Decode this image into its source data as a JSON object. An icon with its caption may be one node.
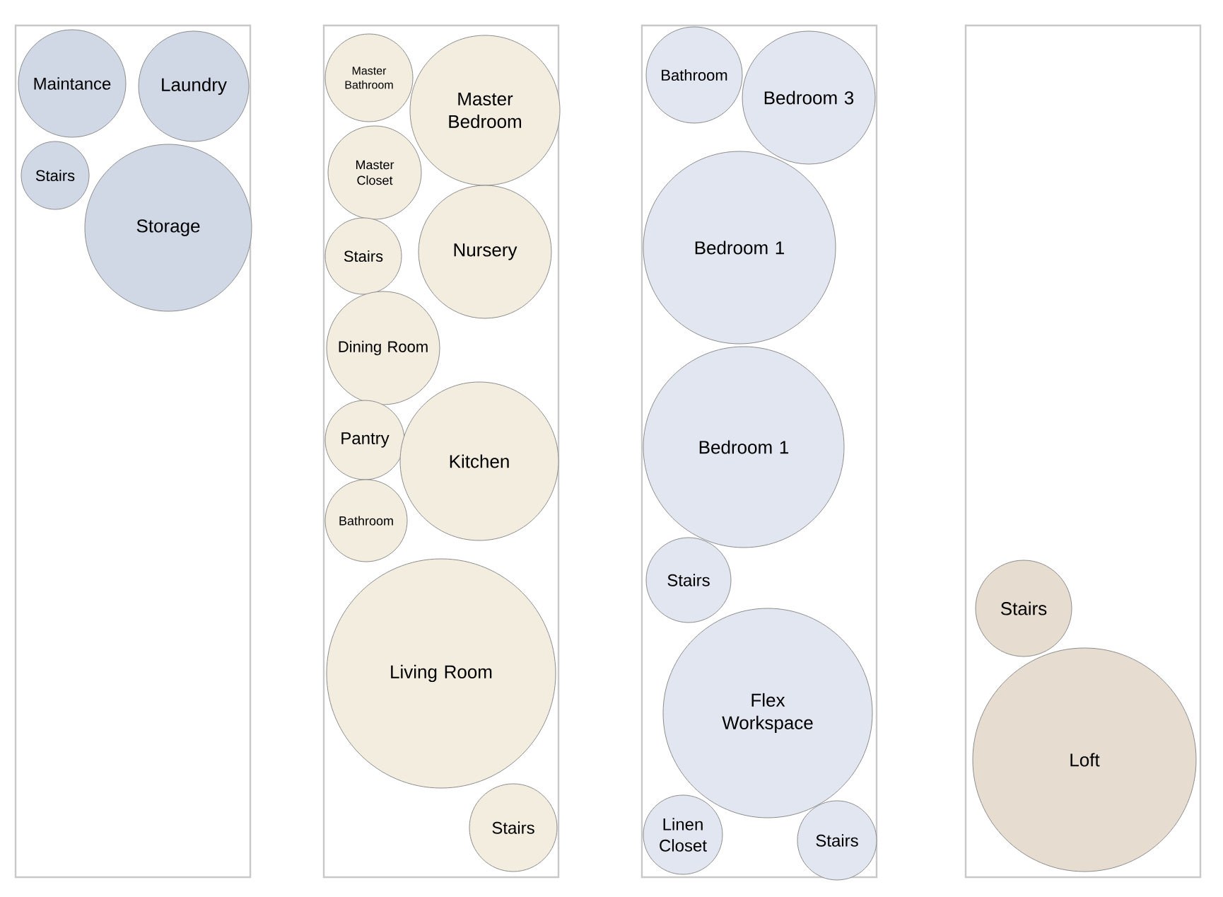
{
  "diagram": {
    "nodes": [
      {
        "text": [],
        "shape": "box"
      },
      {
        "text": [
          "Maintance"
        ],
        "in": 0
      },
      {
        "text": [
          "Laundry"
        ],
        "in": 0
      },
      {
        "text": [
          "Stairs"
        ],
        "in": 0
      },
      {
        "text": [
          "Storage"
        ],
        "in": 0
      },
      {
        "text": [],
        "shape": "box"
      },
      {
        "text": [
          "Master Bathroom"
        ],
        "in": 5
      },
      {
        "text": [
          "Master Bedroom"
        ],
        "in": 5
      },
      {
        "text": [
          "Master Closet"
        ],
        "in": 5
      },
      {
        "text": [
          "Stairs"
        ],
        "in": 5
      },
      {
        "text": [
          "Nursery"
        ],
        "in": 5
      },
      {
        "text": [
          "Dining Room"
        ],
        "in": 5
      },
      {
        "text": [
          "Pantry"
        ],
        "in": 5
      },
      {
        "text": [
          "Kitchen"
        ],
        "in": 5
      },
      {
        "text": [
          "Bathroom"
        ],
        "in": 5
      },
      {
        "text": [
          "Living Room"
        ],
        "in": 5
      },
      {
        "text": [
          "Stairs"
        ],
        "in": 5
      },
      {
        "text": [],
        "shape": "box"
      },
      {
        "text": [
          "Bathroom"
        ],
        "in": 17
      },
      {
        "text": [
          "Bedroom 3"
        ],
        "in": 17
      },
      {
        "text": [
          "Bedroom 1"
        ],
        "in": 17
      },
      {
        "text": [
          "Bedroom 1"
        ],
        "in": 17
      },
      {
        "text": [
          "Stairs"
        ],
        "in": 17
      },
      {
        "text": [
          "Flex Workspace"
        ],
        "in": 17
      },
      {
        "text": [
          "Linen Closet"
        ],
        "in": 17
      },
      {
        "text": [
          "Stairs"
        ],
        "in": 17
      },
      {
        "text": [],
        "shape": "box"
      },
      {
        "text": [
          "Stairs"
        ],
        "in": 26
      },
      {
        "text": [
          "Loft"
        ],
        "in": 26
      }
    ]
  }
}
